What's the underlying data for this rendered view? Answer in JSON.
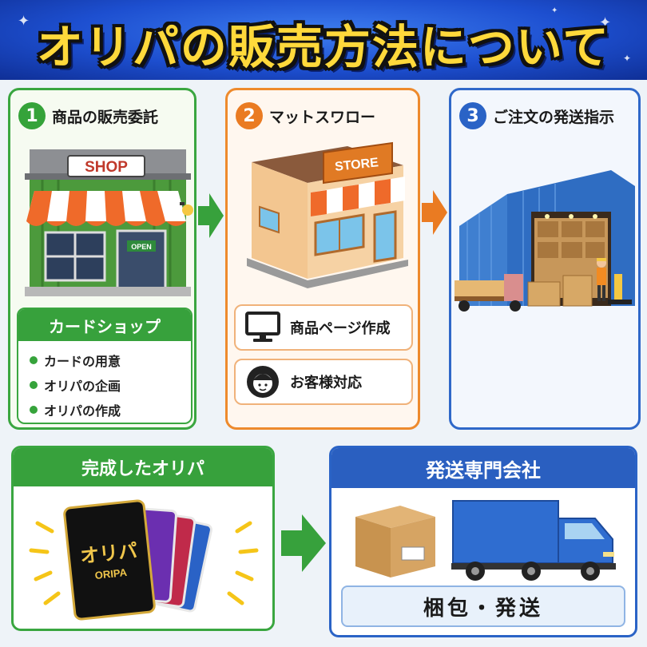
{
  "header": {
    "title": "オリパの販売方法について"
  },
  "steps": [
    {
      "number": "1",
      "title": "商品の販売委託",
      "shop_sign": "SHOP",
      "open_sign": "OPEN",
      "sub_title": "カードショップ",
      "items": [
        "カードの用意",
        "オリパの企画",
        "オリパの作成"
      ]
    },
    {
      "number": "2",
      "title": "マットスワロー",
      "store_sign": "STORE",
      "features": [
        {
          "icon": "monitor-icon",
          "label": "商品ページ作成"
        },
        {
          "icon": "headset-operator-icon",
          "label": "お客様対応"
        }
      ]
    },
    {
      "number": "3",
      "title": "ご注文の発送指示"
    }
  ],
  "bottom": {
    "oripa_title": "完成したオリパ",
    "card_label": "オリパ",
    "card_sub": "ORIPA",
    "shipping_title": "発送専門会社",
    "pack_label": "梱包・発送"
  },
  "colors": {
    "green": "#37a13c",
    "orange": "#ea7b22",
    "blue": "#2a5fc0",
    "title_yellow": "#ffd93b"
  }
}
